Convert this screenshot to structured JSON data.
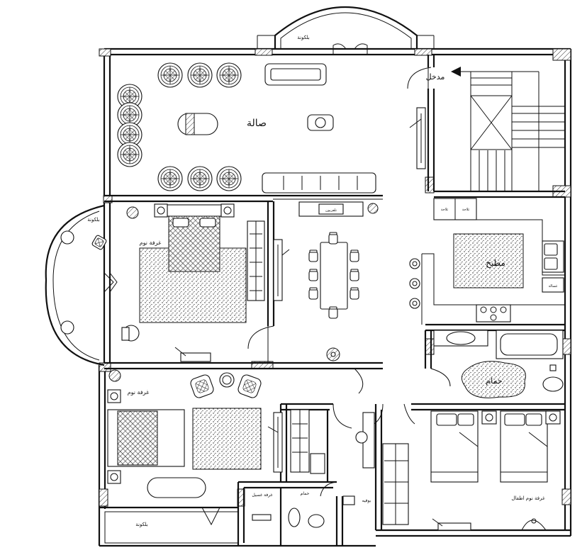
{
  "plan": {
    "labels": {
      "living": "صالة",
      "entrance": "مدخل",
      "kitchen": "مطبخ",
      "bath": "حمام",
      "bedroom1": "غرفة نوم",
      "bedroom2": "غرفة نوم",
      "kids_bedroom": "غرفة نوم اطفال",
      "balcony_top": "بلكونة",
      "balcony_left": "بلكونة",
      "balcony_bottom": "بلكونة",
      "wc": "حمام",
      "laundry": "غرفة غسيل",
      "buffet": "بوفيه",
      "fridge1": "ثلاجة",
      "fridge2": "ثلاجة",
      "washer": "غسالة",
      "tv": "تلفزيون"
    }
  }
}
